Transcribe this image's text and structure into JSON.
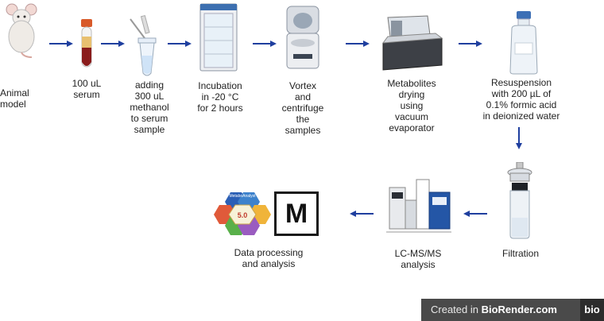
{
  "steps": {
    "animal": "Animal\nmodel",
    "serum": "100 uL\nserum",
    "methanol": "adding\n300 uL\nmethanol\nto serum\nsample",
    "incubation": "Incubation\nin -20 °C\nfor 2 hours",
    "vortex": "Vortex\nand\ncentrifuge\nthe\nsamples",
    "drying": "Metabolites\ndrying\nusing\nvacuum\nevaporator",
    "resuspension": "Resuspension\nwith 200 µL of\n0.1% formic acid\nin deionized water",
    "filtration": "Filtration",
    "lcms": "LC-MS/MS\nanalysis",
    "data": "Data processing\nand analysis"
  },
  "metaboanalyst": {
    "version": "5.0",
    "name": "MetaboAnalyst"
  },
  "m_logo": "M",
  "badge": {
    "prefix": "Created in ",
    "brand": "BioRender.com",
    "logo": "bio"
  },
  "colors": {
    "arrow": "#1f3f9f",
    "badge_bg": "#4a4a4a"
  }
}
